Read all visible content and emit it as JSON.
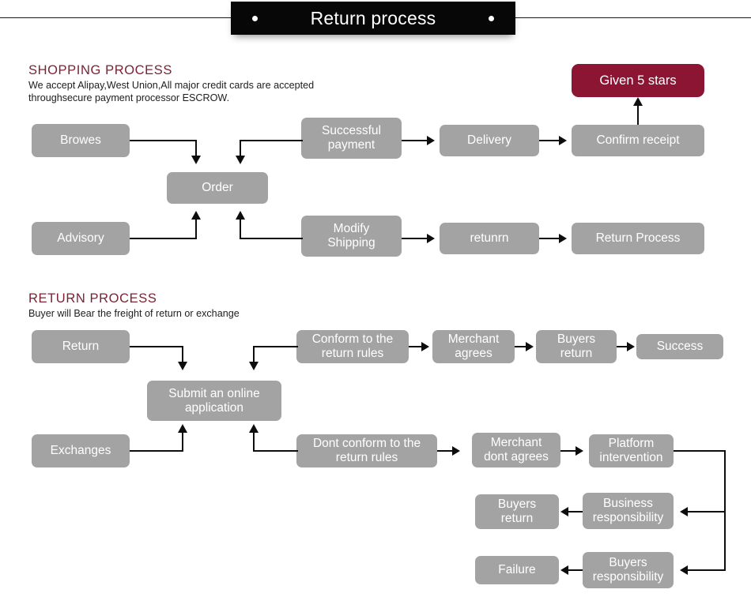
{
  "header": {
    "title": "Return process",
    "dot_left": "bullet-dot",
    "dot_right": "bullet-dot"
  },
  "shopping_section": {
    "heading": "SHOPPING PROCESS",
    "description": "We accept Alipay,West Union,All major credit cards are accepted\nthroughsecure payment processor ESCROW.",
    "nodes": {
      "browes": "Browes",
      "order": "Order",
      "successful_payment": "Successful\npayment",
      "delivery": "Delivery",
      "confirm_receipt": "Confirm receipt",
      "given_5_stars": "Given 5 stars",
      "advisory": "Advisory",
      "modify_shipping": "Modify\nShipping",
      "retunrn": "retunrn",
      "return_process": "Return Process"
    }
  },
  "return_section": {
    "heading": "RETURN PROCESS",
    "description": "Buyer will Bear the freight of return or exchange",
    "nodes": {
      "return": "Return",
      "submit_online_application": "Submit an online\napplication",
      "conform_to_return_rules": "Conform to the\nreturn rules",
      "merchant_agrees": "Merchant\nagrees",
      "buyers_return_top": "Buyers\nreturn",
      "success": "Success",
      "exchanges": "Exchanges",
      "dont_conform_to_return_rules": "Dont conform to the\nreturn rules",
      "merchant_dont_agrees": "Merchant\ndont agrees",
      "platform_intervention": "Platform\nintervention",
      "business_responsibility": "Business\nresponsibility",
      "buyers_return_mid": "Buyers\nreturn",
      "buyers_responsibility": "Buyers\nresponsibility",
      "failure": "Failure"
    }
  },
  "colors": {
    "node_gray": "#a3a3a3",
    "accent_maroon": "#8b1533",
    "heading_maroon": "#7b2234",
    "banner_black": "#070707",
    "connector": "#0d0d0d",
    "node_text": "#ffffff",
    "page_background": "#ffffff"
  }
}
